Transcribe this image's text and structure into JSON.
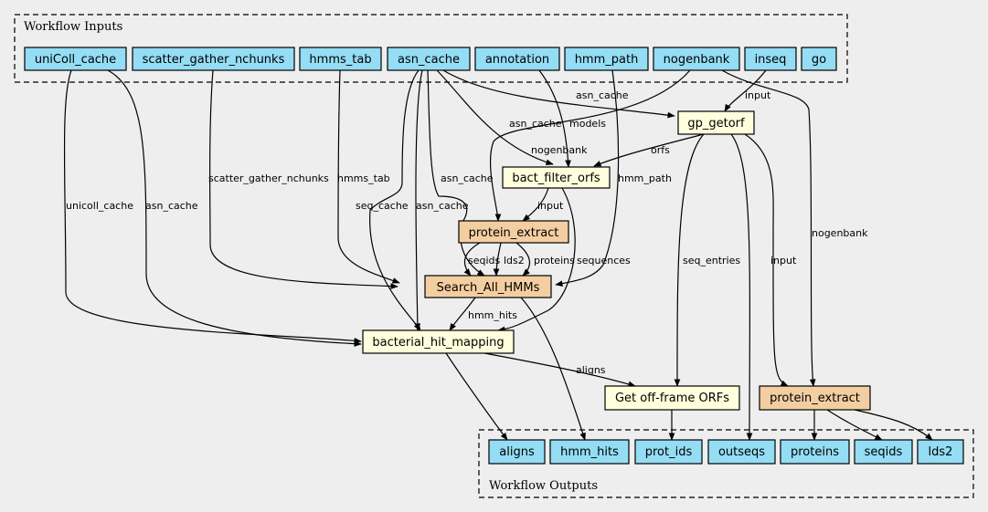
{
  "colors": {
    "background": "#eeeeee",
    "io_node": "#94ddf4",
    "tool_node": "#ffffdd",
    "subworkflow_node": "#f3cea1",
    "stroke": "#000000"
  },
  "clusters": {
    "inputs": "Workflow Inputs",
    "outputs": "Workflow Outputs"
  },
  "nodes": [
    {
      "id": "in_unicoll",
      "label": "uniColl_cache",
      "kind": "io"
    },
    {
      "id": "in_sg",
      "label": "scatter_gather_nchunks",
      "kind": "io"
    },
    {
      "id": "in_hmmstab",
      "label": "hmms_tab",
      "kind": "io"
    },
    {
      "id": "in_asn",
      "label": "asn_cache",
      "kind": "io"
    },
    {
      "id": "in_annot",
      "label": "annotation",
      "kind": "io"
    },
    {
      "id": "in_hmmpath",
      "label": "hmm_path",
      "kind": "io"
    },
    {
      "id": "in_nogen",
      "label": "nogenbank",
      "kind": "io"
    },
    {
      "id": "in_inseq",
      "label": "inseq",
      "kind": "io"
    },
    {
      "id": "in_go",
      "label": "go",
      "kind": "io"
    },
    {
      "id": "gp_getorf",
      "label": "gp_getorf",
      "kind": "tool"
    },
    {
      "id": "bact_filter",
      "label": "bact_filter_orfs",
      "kind": "tool"
    },
    {
      "id": "prot_extract1",
      "label": "protein_extract",
      "kind": "sub"
    },
    {
      "id": "search_hmms",
      "label": "Search_All_HMMs",
      "kind": "sub"
    },
    {
      "id": "bact_hit",
      "label": "bacterial_hit_mapping",
      "kind": "tool"
    },
    {
      "id": "offframe",
      "label": "Get off-frame ORFs",
      "kind": "tool"
    },
    {
      "id": "prot_extract2",
      "label": "protein_extract",
      "kind": "sub"
    },
    {
      "id": "out_aligns",
      "label": "aligns",
      "kind": "io"
    },
    {
      "id": "out_hmmhits",
      "label": "hmm_hits",
      "kind": "io"
    },
    {
      "id": "out_protids",
      "label": "prot_ids",
      "kind": "io"
    },
    {
      "id": "out_outseqs",
      "label": "outseqs",
      "kind": "io"
    },
    {
      "id": "out_proteins",
      "label": "proteins",
      "kind": "io"
    },
    {
      "id": "out_seqids",
      "label": "seqids",
      "kind": "io"
    },
    {
      "id": "out_lds2",
      "label": "lds2",
      "kind": "io"
    }
  ],
  "edge_labels": {
    "asn_cache_getorf": "asn_cache",
    "input_getorf": "input",
    "asn_cache_filter": "asn_cache",
    "models": "models",
    "nogenbank_pe1": "nogenbank",
    "orfs": "orfs",
    "hmm_path": "hmm_path",
    "scatter_gather_nchunks": "scatter_gather_nchunks",
    "hmms_tab": "hmms_tab",
    "unicoll_cache": "unicoll_cache",
    "asn_cache_bhm": "asn_cache",
    "seq_cache": "seq_cache",
    "asn_cache_search": "asn_cache",
    "asn_cache_search2": "asn_cache",
    "input_pe1": "input",
    "seqids": "seqids",
    "lds2": "lds2",
    "proteins": "proteins",
    "sequences": "sequences",
    "hmm_hits": "hmm_hits",
    "seq_entries": "seq_entries",
    "input_pe2": "input",
    "nogenbank_pe2": "nogenbank",
    "aligns": "aligns"
  }
}
